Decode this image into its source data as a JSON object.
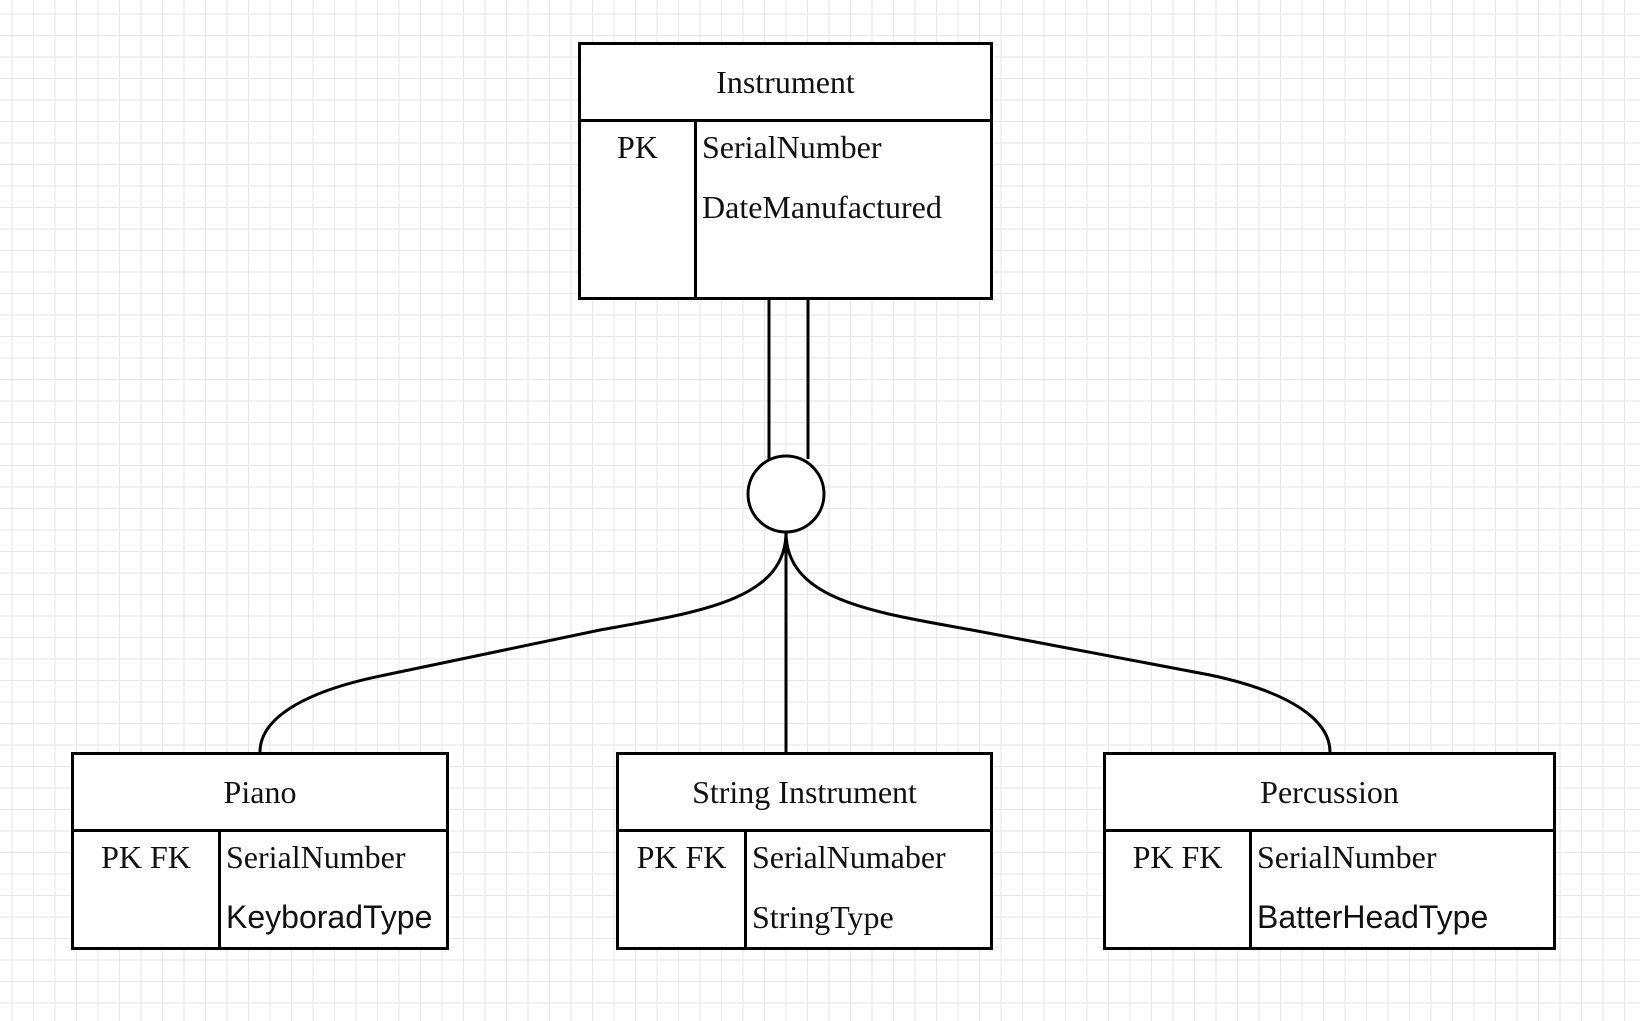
{
  "diagram": {
    "supertype": {
      "name": "Instrument",
      "key": "PK",
      "attributes": [
        "SerialNumber",
        "DateManufactured"
      ]
    },
    "subtypes": [
      {
        "name": "Piano",
        "key": "PK FK",
        "attributes": [
          "SerialNumber",
          "KeyboradType"
        ]
      },
      {
        "name": "String Instrument",
        "key": "PK FK",
        "attributes": [
          "SerialNumaber",
          "StringType"
        ]
      },
      {
        "name": "Percussion",
        "key": "PK FK",
        "attributes": [
          "SerialNumber",
          "BatterHeadType"
        ]
      }
    ]
  },
  "colors": {
    "stroke": "#000000",
    "grid": "#e6e6e6",
    "background": "#ffffff"
  }
}
